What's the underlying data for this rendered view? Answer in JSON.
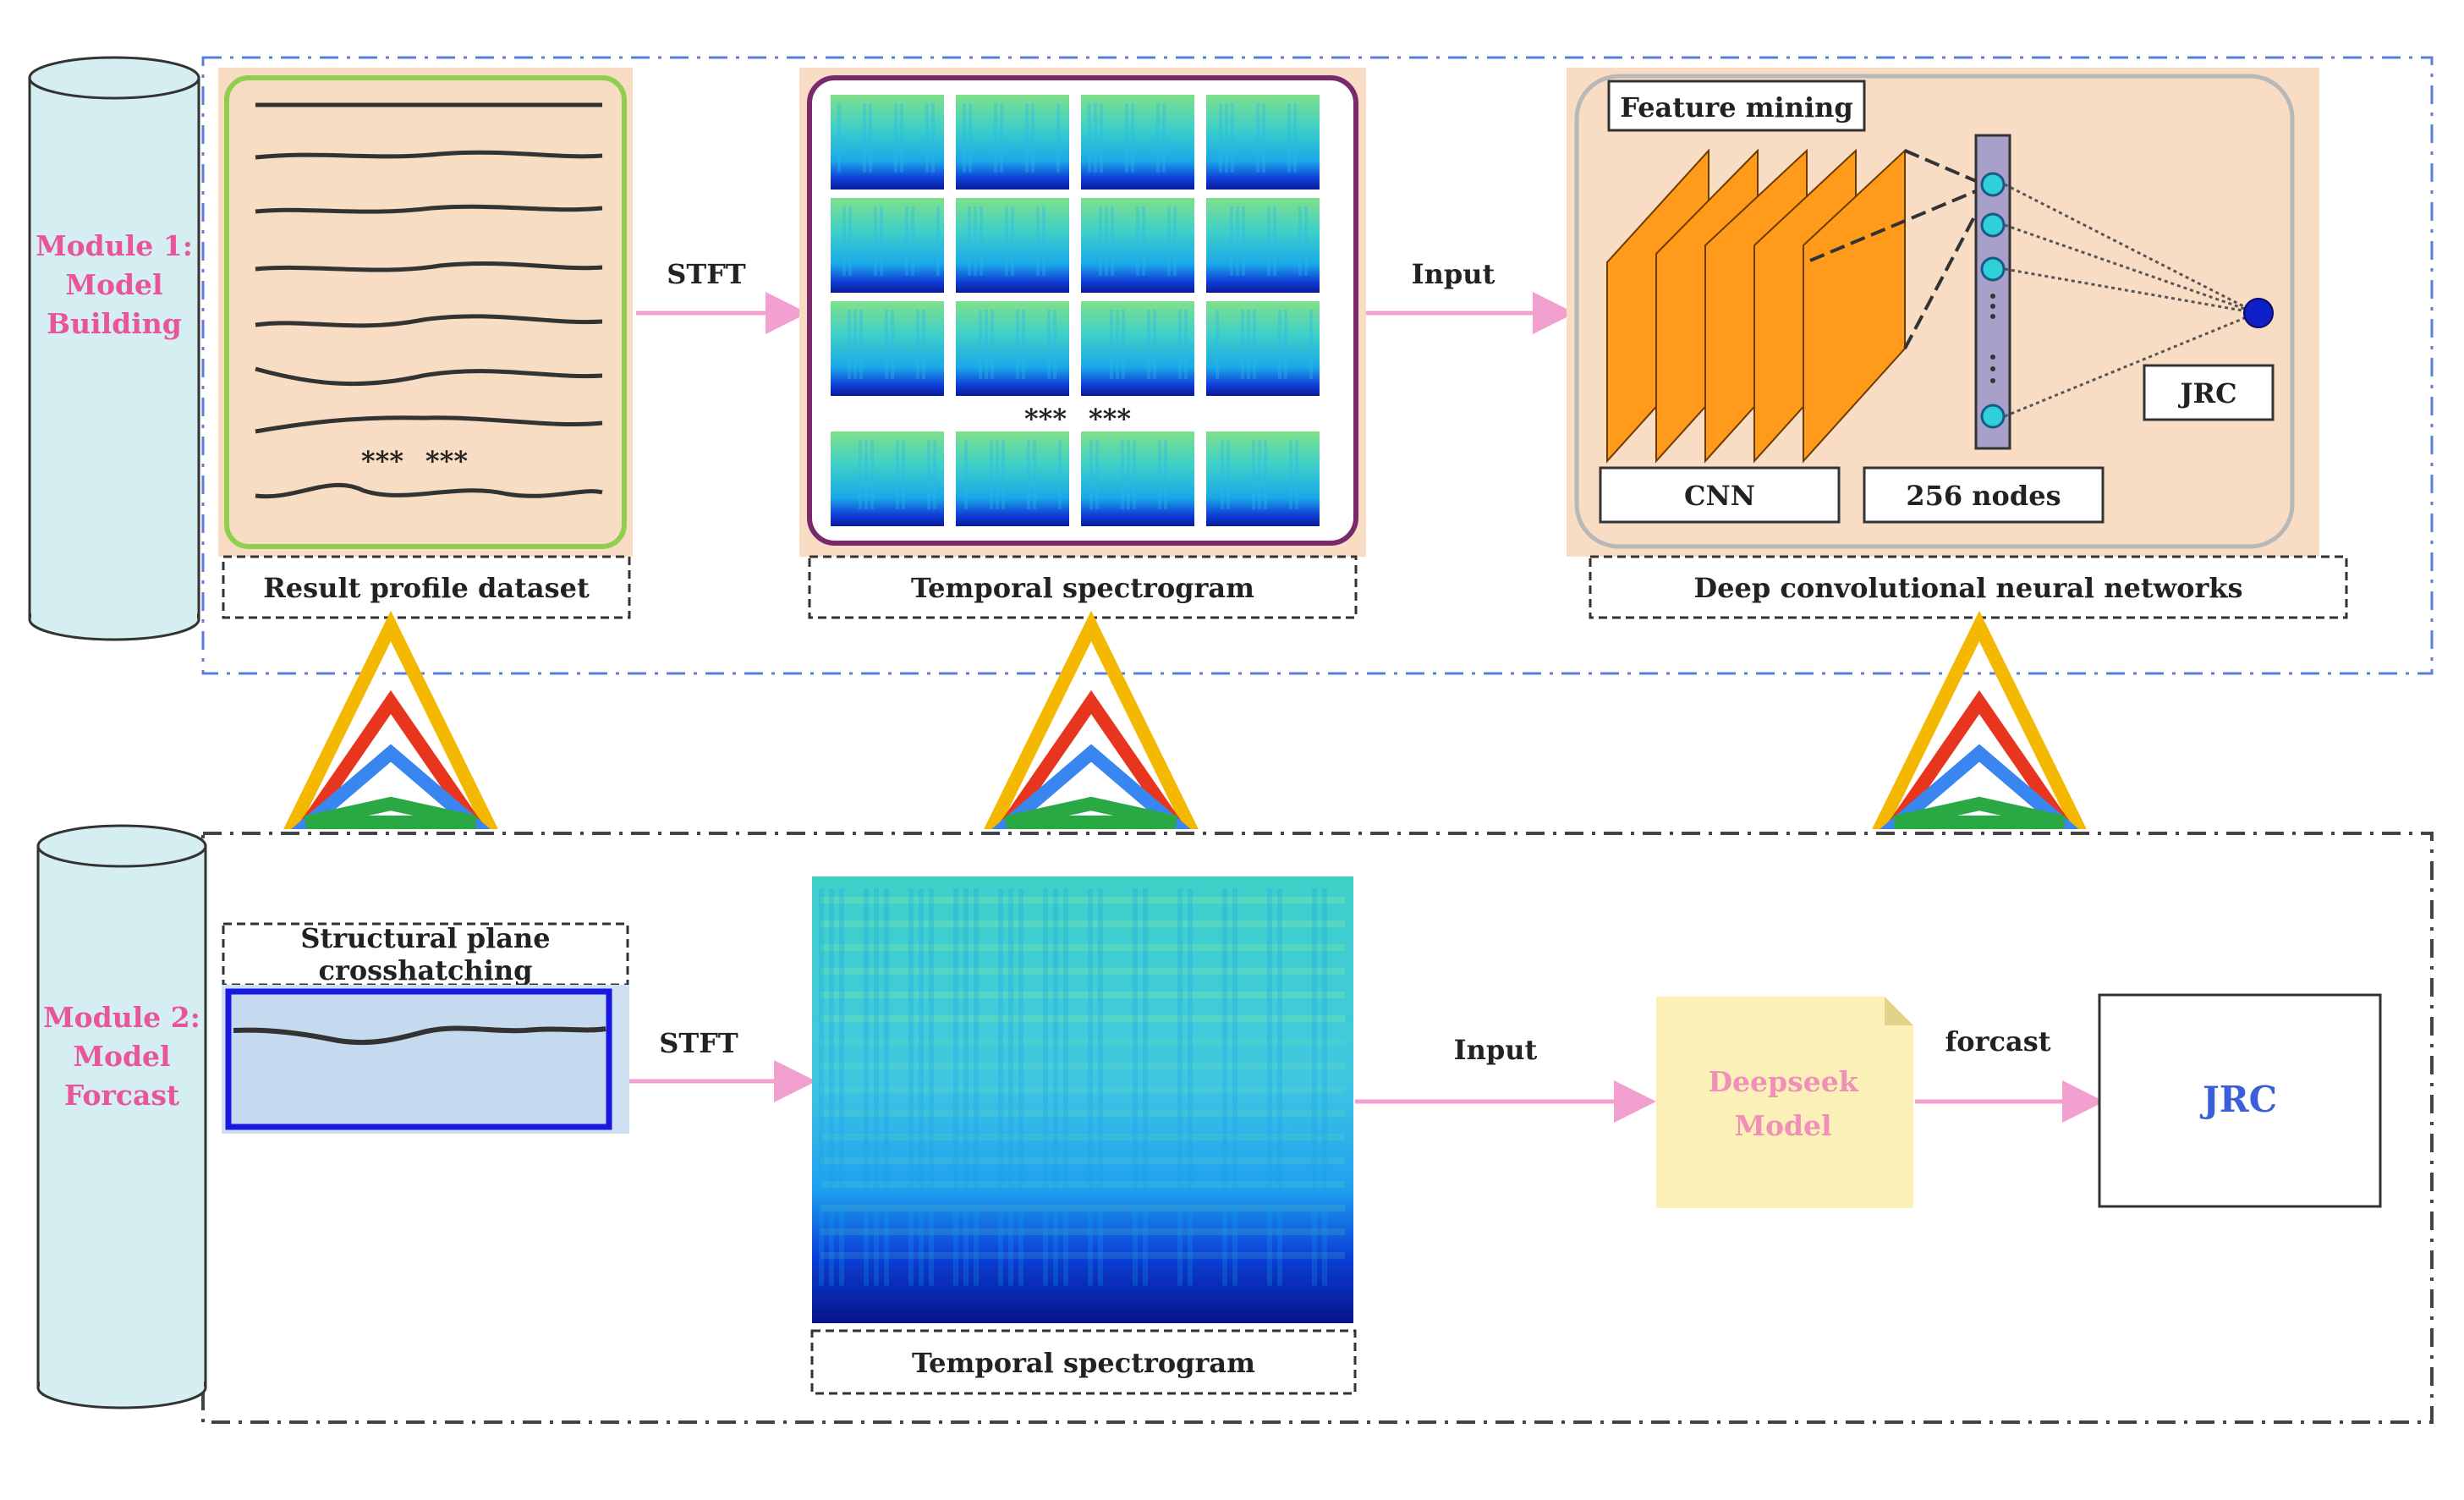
{
  "module1": {
    "title_lines": [
      "Module 1:",
      "Model",
      "Building"
    ],
    "dataset_label": "Result profile dataset",
    "profile_dots": [
      "***",
      "***"
    ],
    "stft_label": "STFT",
    "spectrogram_label": "Temporal spectrogram",
    "spectrogram_dots": [
      "***",
      "***"
    ],
    "input_label": "Input",
    "cnn_box": {
      "feature_mining": "Feature mining",
      "cnn": "CNN",
      "nodes": "256 nodes",
      "output": "JRC"
    },
    "cnn_label": "Deep convolutional neural networks"
  },
  "module2": {
    "title_lines": [
      "Module 2:",
      "Model",
      "Forcast"
    ],
    "plane_label_lines": [
      "Structural plane",
      "crosshatching"
    ],
    "stft_label": "STFT",
    "spectrogram_label": "Temporal spectrogram",
    "input_label": "Input",
    "model_label_lines": [
      "Deepseek",
      "Model"
    ],
    "forcast_label": "forcast",
    "output_label": "JRC"
  },
  "colors": {
    "module_text": "#e8559a",
    "arrow": "#f2a0d0",
    "module1_frame": "#5b7fd9",
    "module2_frame": "#444444",
    "cylinder_fill": "#d4eef2",
    "panel_bg": "#f9dcc4",
    "dataset_border": "#8ecf4e",
    "spectro_border": "#7a2a6b",
    "cnn_orange": "#ff9a1a",
    "deepseek_bg": "#fbf1b8",
    "jrc_text": "#3b5fd8"
  }
}
